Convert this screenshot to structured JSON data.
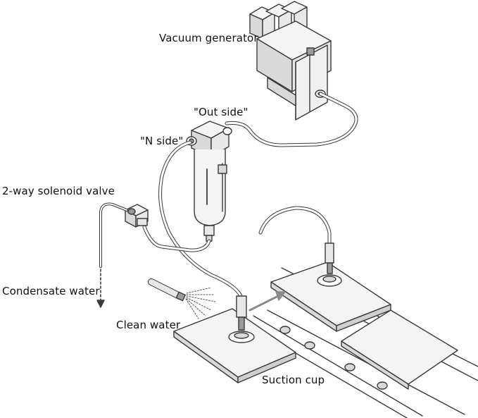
{
  "labels": {
    "vacuum_generator": "Vacuum generator",
    "out_side": "\"Out side\"",
    "in_side": "\"N side\"",
    "solenoid_valve": "2-way solenoid valve",
    "condensate_water": "Condensate water",
    "clean_water": "Clean water",
    "suction_cup": "Suction cup"
  },
  "colors": {
    "line": "#3a3a3a",
    "fill": "#f4f4f4",
    "shade": "#d9d9d9",
    "dark": "#9a9a9a",
    "text": "#111111"
  }
}
